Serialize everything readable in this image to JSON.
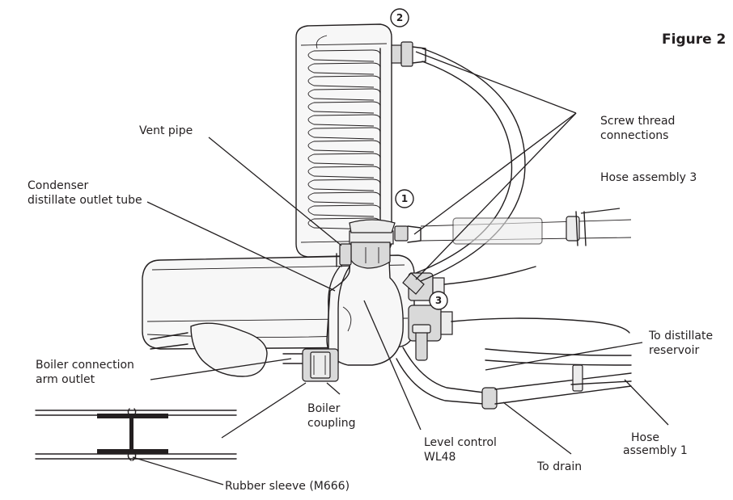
{
  "figure": {
    "title": "Figure 2"
  },
  "callouts": {
    "n1": "1",
    "n2": "2",
    "n3": "3"
  },
  "labels": {
    "screw1": "Screw thread",
    "screw2": "connections",
    "vent": "Vent pipe",
    "hose3": "Hose assembly 3",
    "cond1": "Condenser",
    "cond2": "distillate outlet tube",
    "todist1": "To distillate",
    "todist2": "reservoir",
    "boilerarm1": "Boiler connection",
    "boilerarm2": "arm outlet",
    "coupling1": "Boiler",
    "coupling2": "coupling",
    "level1": "Level control",
    "level2": "WL48",
    "hose1a": "Hose",
    "hose1b": "assembly 1",
    "drain": "To drain",
    "sleeve": "Rubber sleeve (M666)"
  },
  "icons": {
    "coil": "condenser-coil-icon",
    "boiler": "boiler-tank-icon",
    "flask": "level-flask-icon",
    "sleeve": "rubber-sleeve-icon"
  }
}
